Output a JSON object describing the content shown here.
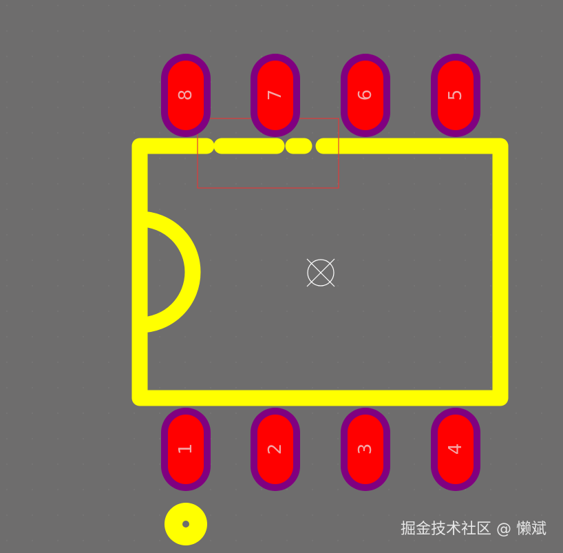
{
  "footprint": {
    "pads_top": [
      {
        "number": "8"
      },
      {
        "number": "7"
      },
      {
        "number": "6"
      },
      {
        "number": "5"
      }
    ],
    "pads_bottom": [
      {
        "number": "1"
      },
      {
        "number": "2"
      },
      {
        "number": "3"
      },
      {
        "number": "4"
      }
    ]
  },
  "watermark": {
    "text": "掘金技术社区 @ 懒斌"
  },
  "colors": {
    "background": "#6e6d6d",
    "grid_dot": "#7a7979",
    "silkscreen": "#ffff00",
    "pad_copper": "#ff0000",
    "pad_mask": "#800080",
    "pad_text": "#f4a6a6",
    "selection_box": "#e03a3a",
    "origin_marker": "#ffffff",
    "watermark": "#e6e6e6"
  }
}
